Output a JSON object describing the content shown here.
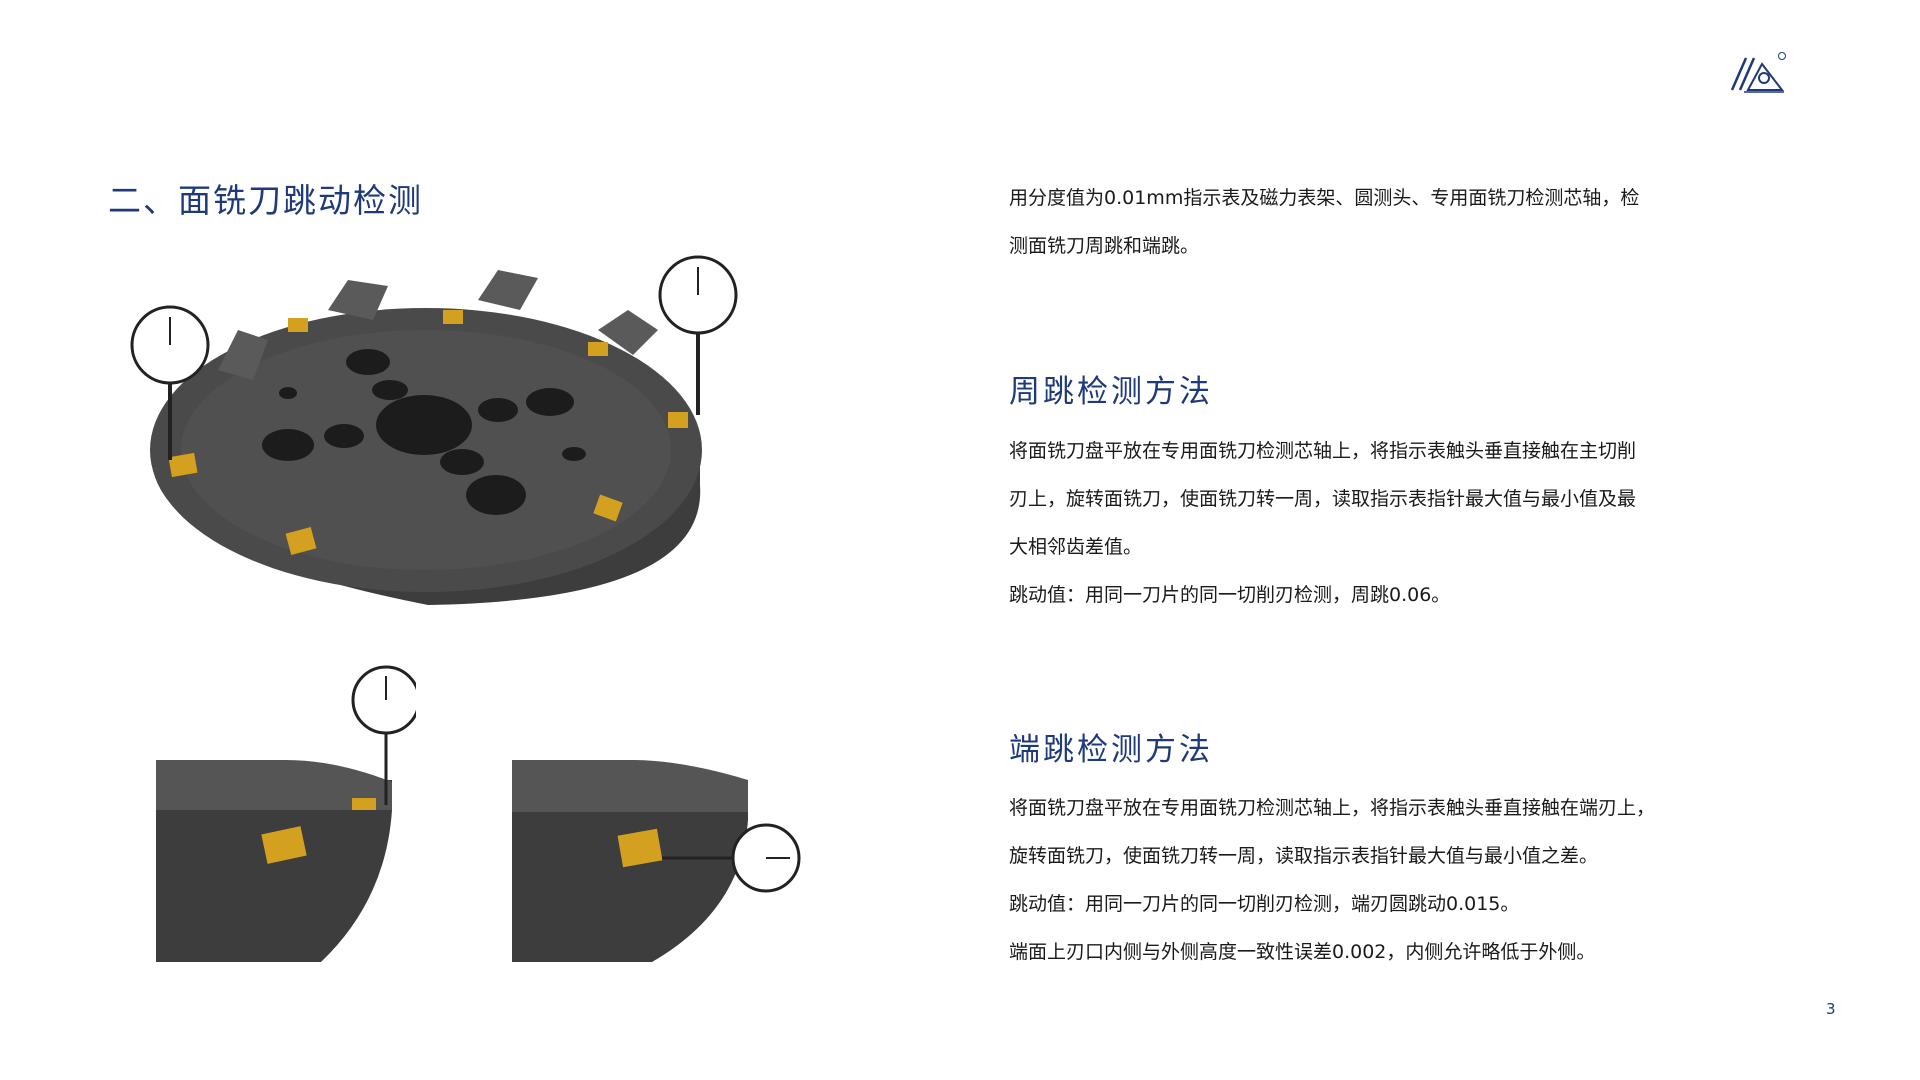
{
  "page": {
    "title": "二、面铣刀跳动检测",
    "number": "3"
  },
  "intro": {
    "line1": "用分度值为0.01mm指示表及磁力表架、圆测头、专用面铣刀检测芯轴，检",
    "line2": "测面铣刀周跳和端跳。"
  },
  "radial": {
    "heading": "周跳检测方法",
    "line1": "将面铣刀盘平放在专用面铣刀检测芯轴上，将指示表触头垂直接触在主切削",
    "line2": "刃上，旋转面铣刀，使面铣刀转一周，读取指示表指针最大值与最小值及最",
    "line3": "大相邻齿差值。",
    "line4": "跳动值：用同一刀片的同一切削刃检测，周跳0.06。"
  },
  "axial": {
    "heading": "端跳检测方法",
    "line1": "将面铣刀盘平放在专用面铣刀检测芯轴上，将指示表触头垂直接触在端刃上，",
    "line2": "旋转面铣刀，使面铣刀转一周，读取指示表指针最大值与最小值之差。",
    "line3": "跳动值：用同一刀片的同一切削刃检测，端刃圆跳动0.015。",
    "line4": "端面上刃口内侧与外侧高度一致性误差0.002，内侧允许略低于外侧。"
  },
  "colors": {
    "accent": "#1f3a7a",
    "body_text": "#1a1a1a",
    "cutter_body": "#4a4a4a",
    "insert_gold": "#d4a020"
  }
}
